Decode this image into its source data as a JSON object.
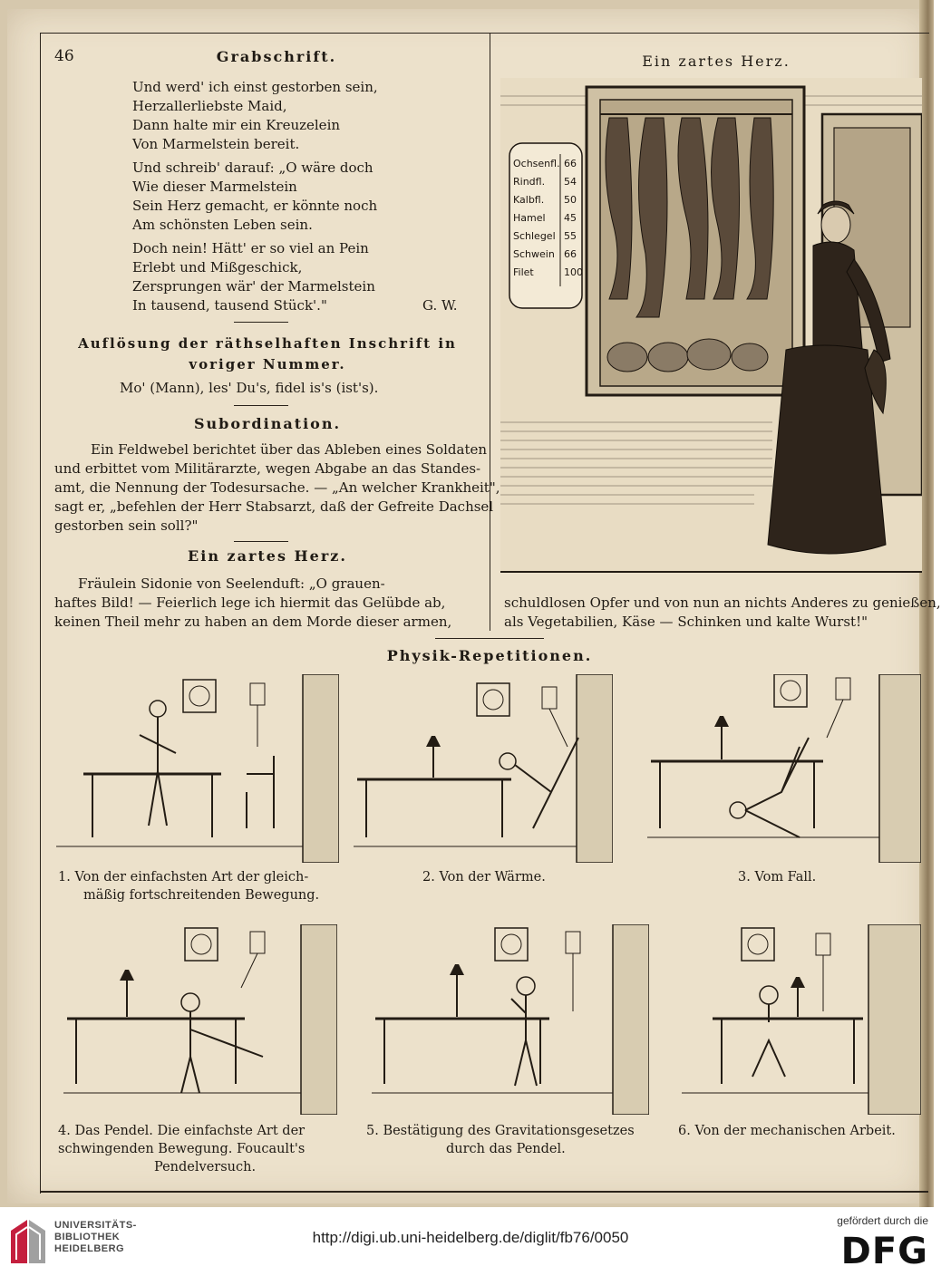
{
  "page": {
    "number": "46"
  },
  "grabschrift": {
    "title": "Grabschrift.",
    "stanza1": [
      "Und werd' ich einst gestorben sein,",
      "Herzallerliebste Maid,",
      "Dann halte mir ein Kreuzelein",
      "Von Marmelstein bereit."
    ],
    "stanza2": [
      "Und schreib' darauf: „O wäre doch",
      "Wie dieser Marmelstein",
      "Sein Herz gemacht, er könnte noch",
      "Am schönsten Leben sein."
    ],
    "stanza3": [
      "Doch nein! Hätt' er so viel an Pein",
      "Erlebt und Mißgeschick,",
      "Zersprungen wär' der Marmelstein",
      "In tausend, tausend Stück'.\""
    ],
    "author": "G. W."
  },
  "aufloesung": {
    "title_line1": "Auflösung der räthselhaften Inschrift in",
    "title_line2": "voriger Nummer.",
    "text": "Mo' (Mann), les' Du's, fidel is's (ist's)."
  },
  "subordination": {
    "title": "Subordination.",
    "lines": [
      "Ein Feldwebel berichtet über das Ableben eines Soldaten",
      "und erbittet vom Militärarzte, wegen Abgabe an das Standes-",
      "amt, die Nennung der Todesursache. — „An welcher Krankheit\",",
      "sagt er, „befehlen der Herr Stabsarzt, daß der Gefreite Dachsel",
      "gestorben sein soll?\""
    ]
  },
  "zartes_herz": {
    "title": "Ein zartes Herz.",
    "illustration_title": "Ein zartes Herz.",
    "left_lines": [
      "Fräulein Sidonie von Seelenduft: „O grauen-",
      "haftes Bild! — Feierlich lege ich hiermit das Gelübde ab,",
      "keinen Theil mehr zu haben an dem Morde dieser armen,"
    ],
    "right_lines": [
      "schuldlosen Opfer und von nun an nichts Anderes zu genießen,",
      "als Vegetabilien, Käse — Schinken und kalte Wurst!\""
    ],
    "price_board": [
      {
        "item": "Ochsenfl.",
        "price": "66"
      },
      {
        "item": "Rindfl.",
        "price": "54"
      },
      {
        "item": "Kalbfl.",
        "price": "50"
      },
      {
        "item": "Hamel",
        "price": "45"
      },
      {
        "item": "Schlegel",
        "price": "55"
      },
      {
        "item": "Schwein",
        "price": "66"
      },
      {
        "item": "Filet",
        "price": "100"
      }
    ]
  },
  "physik": {
    "title": "Physik-Repetitionen.",
    "captions": [
      [
        "1. Von der einfachsten Art der gleich-",
        "mäßig fortschreitenden Bewegung."
      ],
      [
        "2. Von der Wärme."
      ],
      [
        "3. Vom Fall."
      ],
      [
        "4. Das Pendel. Die einfachste Art der",
        "schwingenden Bewegung. Foucault's",
        "Pendelversuch."
      ],
      [
        "5. Bestätigung des Gravitationsgesetzes",
        "durch das Pendel."
      ],
      [
        "6. Von der mechanischen Arbeit."
      ]
    ]
  },
  "footer": {
    "library_lines": [
      "UNIVERSITÄTS-",
      "BIBLIOTHEK",
      "HEIDELBERG"
    ],
    "url": "http://digi.ub.uni-heidelberg.de/diglit/fb76/0050",
    "funding_label": "gefördert durch die",
    "funder": "DFG"
  }
}
